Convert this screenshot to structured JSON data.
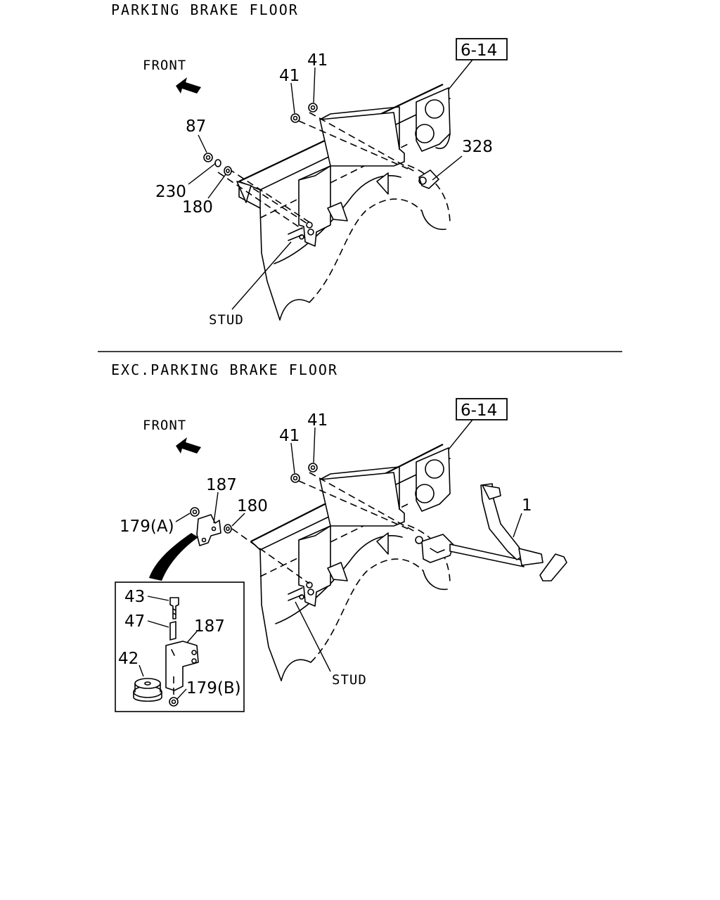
{
  "sections": [
    {
      "title": "PARKING BRAKE FLOOR",
      "front": "FRONT",
      "ref": "6-14",
      "callouts": [
        "41",
        "41",
        "87",
        "230",
        "180",
        "328",
        "STUD"
      ]
    },
    {
      "title": "EXC.PARKING BRAKE FLOOR",
      "front": "FRONT",
      "ref": "6-14",
      "callouts": [
        "41",
        "41",
        "187",
        "179(A)",
        "180",
        "1",
        "STUD"
      ],
      "detail": [
        "43",
        "47",
        "187",
        "42",
        "179(B)"
      ]
    }
  ]
}
